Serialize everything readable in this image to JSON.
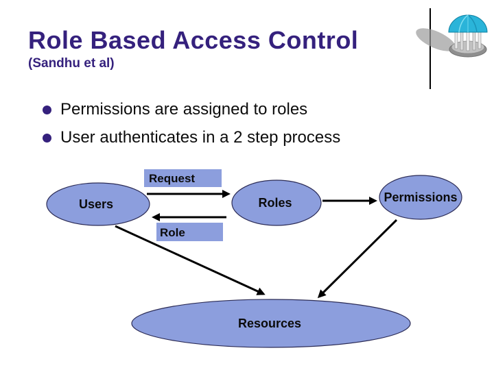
{
  "slide": {
    "title": "Role Based Access Control",
    "subtitle": "(Sandhu et al)",
    "title_color": "#35217D",
    "bullets": [
      "Permissions are assigned to roles",
      "User authenticates in a 2 step process"
    ]
  },
  "diagram": {
    "nodes": {
      "users": "Users",
      "roles": "Roles",
      "permissions": "Permissions",
      "resources": "Resources"
    },
    "edge_labels": {
      "request": "Request",
      "role": "Role"
    },
    "colors": {
      "shape_fill": "#8C9EDD",
      "shape_border": "#2B2B55",
      "arrow": "#000000"
    }
  },
  "logo": {
    "name": "gazebo-logo",
    "dome_color": "#2AB4D9"
  }
}
